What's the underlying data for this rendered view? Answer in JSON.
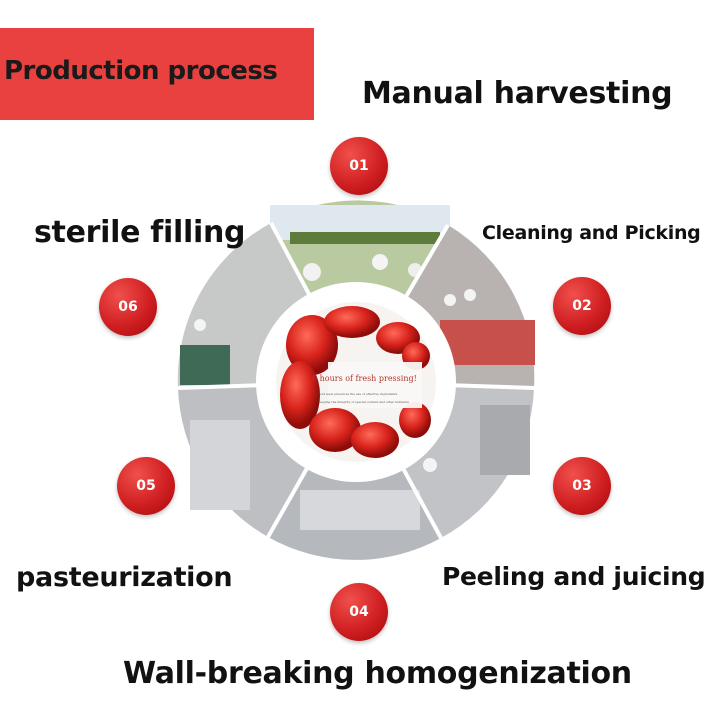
{
  "title": "Production process",
  "center": {
    "headline": "6 hours of fresh pressing!",
    "line1": "Gold level preserves the use of effective ingredients",
    "line2": "Keeping the integrity of special content and other nutrients"
  },
  "steps": [
    {
      "number": "01",
      "label": "Manual harvesting"
    },
    {
      "number": "02",
      "label": "Cleaning and Picking"
    },
    {
      "number": "03",
      "label": "Peeling and juicing"
    },
    {
      "number": "04",
      "label": "Wall-breaking homogenization"
    },
    {
      "number": "05",
      "label": "pasteurization"
    },
    {
      "number": "06",
      "label": "sterile filling"
    }
  ],
  "colors": {
    "accent": "#e8413f",
    "badge": "#d01f22",
    "text": "#111111"
  }
}
